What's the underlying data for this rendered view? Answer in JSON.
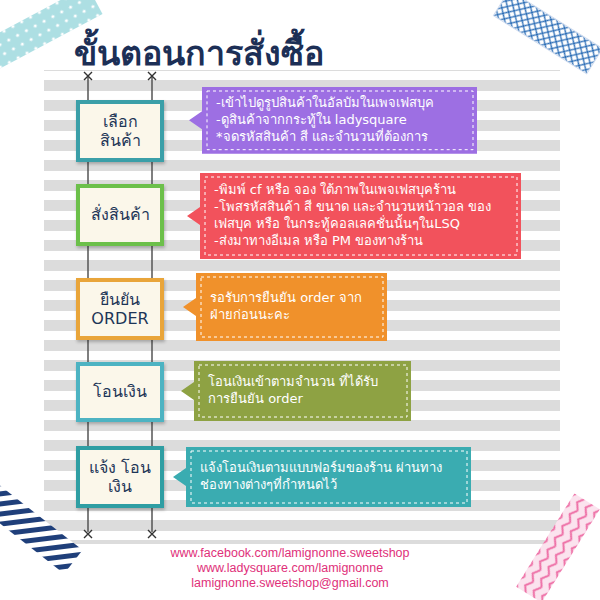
{
  "diagram": {
    "title": "ขั้นตอนการสั่งซื้อ",
    "nodes": [
      {
        "text": [
          "เลือก สินค้า"
        ]
      },
      {
        "text": [
          "-เข้าไปดูรูปสินค้าในอัลบัมในเพจเฟสบุค",
          "-ดูสินค้าจากกระทู้ใน ladysquare",
          "*จดรหัสสินค้า สี และจำนวนที่ต้องการ"
        ]
      },
      {
        "text": [
          "สั่งสินค้า"
        ]
      },
      {
        "text": [
          "-พิมพ์ cf หรือ จอง ใต้ภาพในเพจเฟสบุคร้าน",
          "-โพสรหัสสินค้า สี ขนาด และจำนวนหน้าวอล ของเฟสบุค หรือ ในกระทู้คอลเลคชั่นนั้นๆในLSQ",
          "-ส่งมาทางอีเมล หรือ PM ของทางร้าน"
        ]
      },
      {
        "text": [
          "ยืนยัน ORDER"
        ]
      },
      {
        "text": [
          "รอรับการยืนยัน order จากฝ่ายก่อนนะคะ"
        ]
      },
      {
        "text": [
          "โอนเงิน"
        ]
      },
      {
        "text": [
          "โอนเงินเข้าตามจำนวน ที่ได้รับการยืนยัน order"
        ]
      },
      {
        "text": [
          "แจ้ง โอนเงิน"
        ]
      },
      {
        "text": [
          "แจ้งโอนเงินตามแบบฟอร์มของร้าน ผ่านทางช่องทางต่างๆที่กำหนดไว้"
        ]
      }
    ],
    "edges": [
      {
        "from": 0,
        "to": 2,
        "arrow": "none"
      },
      {
        "from": 0,
        "to": 2,
        "arrow": "none"
      },
      {
        "from": 2,
        "to": 4,
        "arrow": "none"
      },
      {
        "from": 2,
        "to": 4,
        "arrow": "none"
      },
      {
        "from": 4,
        "to": 6,
        "arrow": "none"
      },
      {
        "from": 4,
        "to": 6,
        "arrow": "none"
      },
      {
        "from": 6,
        "to": 8,
        "arrow": "none"
      },
      {
        "from": 6,
        "to": 8,
        "arrow": "none"
      }
    ],
    "labels": [
      "www.facebook.com/lamignonne.sweetshop",
      "www.ladysquare.com/lamignonne",
      "lamignonne.sweetshop@gmail.com"
    ]
  }
}
